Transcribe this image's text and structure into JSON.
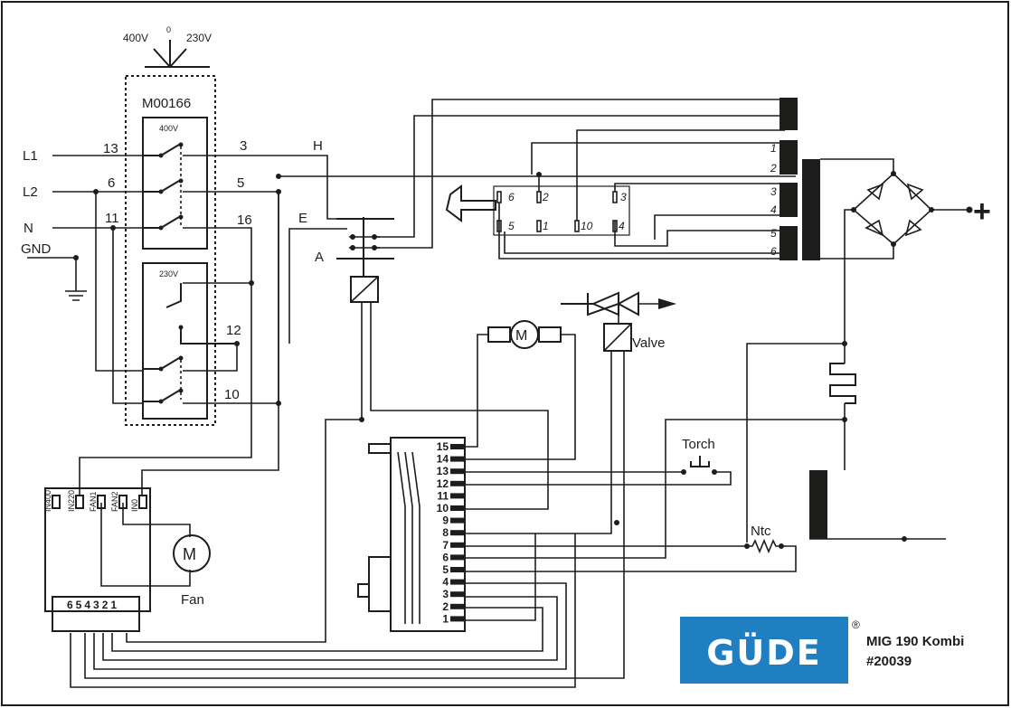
{
  "selector": {
    "model": "M00166",
    "pos_400": "400V",
    "pos_0": "0",
    "pos_230": "230V",
    "deck1_label": "400V",
    "deck2_label": "230V",
    "wire_13": "13",
    "wire_6": "6",
    "wire_11": "11",
    "wire_3": "3",
    "wire_5": "5",
    "wire_16": "16",
    "wire_12": "12",
    "wire_10": "10"
  },
  "mains": {
    "l1": "L1",
    "l2": "L2",
    "n": "N",
    "gnd": "GND"
  },
  "contactor": {
    "h": "H",
    "e": "E",
    "a": "A"
  },
  "transformer": {
    "taps": [
      "1",
      "2",
      "3",
      "4",
      "5",
      "6"
    ]
  },
  "switch_pins": {
    "p6": "6",
    "p2": "2",
    "p3": "3",
    "p5": "5",
    "p1": "1",
    "p10": "10",
    "p4": "4"
  },
  "components": {
    "valve": "Valve",
    "torch": "Torch",
    "ntc": "Ntc",
    "fan": "Fan",
    "motor_symbol": "M",
    "plus": "+"
  },
  "fan_board": {
    "terminals": [
      "IN400",
      "IN220",
      "FAN1",
      "FAN2",
      "IN0"
    ],
    "connector_pins": "654321"
  },
  "control_board": {
    "pins": [
      "15",
      "14",
      "13",
      "12",
      "11",
      "10",
      "9",
      "8",
      "7",
      "6",
      "5",
      "4",
      "3",
      "2",
      "1"
    ]
  },
  "brand": {
    "logo": "GÜDE",
    "registered": "®",
    "model": "MIG 190 Kombi",
    "item": "#20039",
    "color": "#1f7fc1"
  }
}
